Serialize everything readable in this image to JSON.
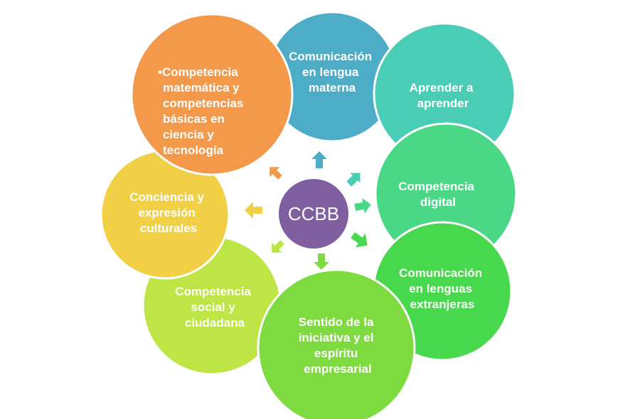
{
  "center": {
    "label": "CCBB",
    "color": "#7F5FA0"
  },
  "nodes": [
    {
      "id": "comunicacion-lengua-materna",
      "lines": [
        "Comunicación",
        "en lengua",
        "materna"
      ],
      "color": "#4DACC6"
    },
    {
      "id": "aprender-a-aprender",
      "lines": [
        "Aprender a",
        "aprender"
      ],
      "color": "#49CDB5"
    },
    {
      "id": "competencia-digital",
      "lines": [
        "Competencia",
        "digital"
      ],
      "color": "#4AD786"
    },
    {
      "id": "comunicacion-lenguas-extranjeras",
      "lines": [
        "Comunicación",
        "en lenguas",
        "extranjeras"
      ],
      "color": "#48D84E"
    },
    {
      "id": "sentido-iniciativa",
      "lines": [
        "Sentido de la",
        "iniciativa y el",
        "espíritu",
        "empresarial"
      ],
      "color": "#7EDB3F"
    },
    {
      "id": "competencia-social",
      "lines": [
        "Competencia",
        "social y",
        "ciudadana"
      ],
      "color": "#BEE546"
    },
    {
      "id": "conciencia-expresion",
      "lines": [
        "Conciencia y",
        "expresión",
        "culturales"
      ],
      "color": "#F1D046"
    },
    {
      "id": "competencia-matematica",
      "lines": [
        "•Competencia",
        "matemática y",
        "competencias",
        "básicas en",
        "ciencia y",
        "tecnología"
      ],
      "color": "#F4984A"
    }
  ]
}
